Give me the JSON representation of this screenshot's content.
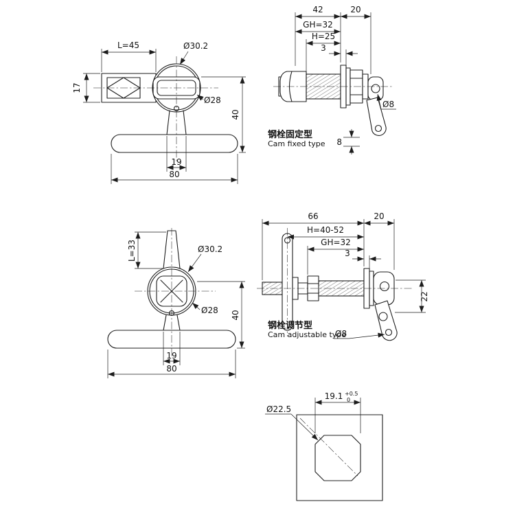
{
  "drawing": {
    "fixed_front": {
      "dim_shank_length": "L=45",
      "dim_head_outer": "Ø30.2",
      "dim_shank_height": "17",
      "dim_head_inner": "Ø28",
      "dim_height": "40",
      "dim_neck_width": "19",
      "dim_handle_length": "80"
    },
    "fixed_side": {
      "dim_body_length": "42",
      "dim_tail_length": "20",
      "dim_grip": "GH=32",
      "dim_thread_length": "H=25",
      "dim_panel_thickness": "3",
      "dim_cam_hole": "Ø8",
      "dim_cam_offset": "8",
      "label_cn": "钢栓固定型",
      "label_en": "Cam fixed type"
    },
    "adjustable_front": {
      "dim_stem_length": "L=33",
      "dim_head_outer": "Ø30.2",
      "dim_head_inner": "Ø28",
      "dim_height": "40",
      "dim_neck_width": "19",
      "dim_handle_length": "80"
    },
    "adjustable_side": {
      "dim_body_length": "66",
      "dim_tail_length": "20",
      "dim_thread_length": "H=40-52",
      "dim_grip": "GH=32",
      "dim_panel_thickness": "3",
      "dim_bracket_height": "22",
      "dim_cam_hole": "Ø8",
      "label_cn": "钢栓调节型",
      "label_en": "Cam adjustable type"
    },
    "cutout": {
      "dim_hole_width": "19.1",
      "tol_upper": "+0.5",
      "tol_lower": "0",
      "dim_hole_diameter": "Ø22.5"
    }
  }
}
